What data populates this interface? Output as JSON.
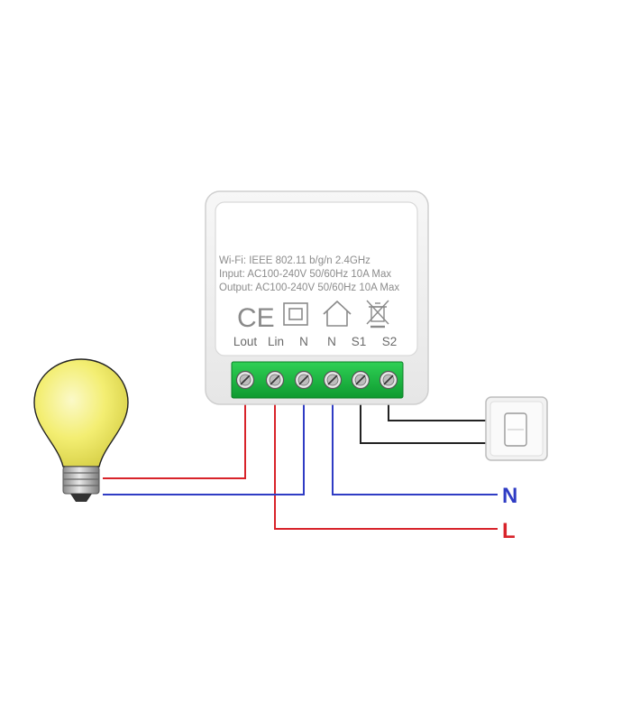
{
  "device": {
    "spec_lines": [
      "Wi-Fi: IEEE 802.11 b/g/n 2.4GHz",
      "Input: AC100-240V 50/60Hz 10A Max",
      "Output: AC100-240V 50/60Hz 10A Max"
    ],
    "ce_mark": "CE",
    "terminals": [
      "Lout",
      "Lin",
      "N",
      "N",
      "S1",
      "S2"
    ],
    "icons": [
      "double-insulation-icon",
      "home-icon",
      "weee-bin-icon"
    ]
  },
  "mains": {
    "neutral_label": "N",
    "live_label": "L"
  },
  "colors": {
    "live_wire": "#d8232a",
    "neutral_wire": "#2f3cc4",
    "switch_wire": "#222222",
    "terminal_block": "#12b23a",
    "device_body": "#f1f1f1",
    "bulb_glass": "#f4f07a"
  }
}
